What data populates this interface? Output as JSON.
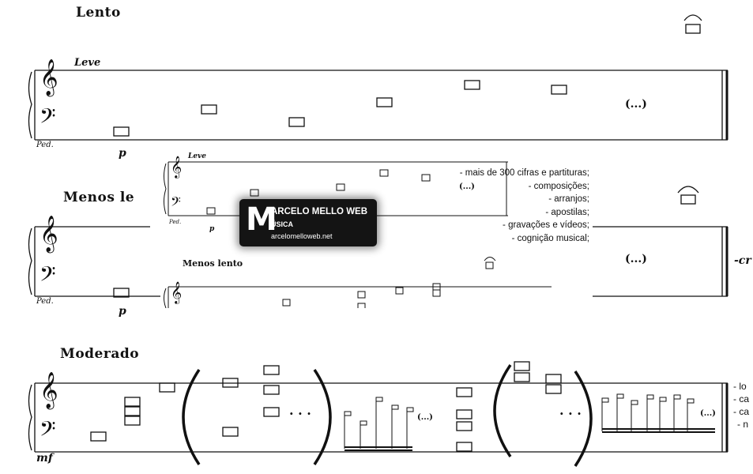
{
  "sections": {
    "lento": {
      "heading": "Lento",
      "tempo_marking": "Leve",
      "dynamic": "p",
      "pedal": "Ped.",
      "ellipsis": "(...)"
    },
    "menos_lento": {
      "heading": "Menos le",
      "dynamic": "p",
      "pedal": "Ped.",
      "ellipsis": "(...)",
      "trailing": "-cr"
    },
    "moderado": {
      "heading": "Moderado",
      "dynamic": "mf",
      "ellipsis_1": "(...)",
      "ellipsis_2": "(...)",
      "dots_1": ". . .",
      "dots_2": ". . .",
      "side_items": [
        "- lo",
        "- ca",
        "- ca",
        "- n"
      ]
    }
  },
  "preview_panel": {
    "tempo_marking": "Leve",
    "dynamic": "p",
    "pedal": "Ped.",
    "ellipsis": "(...)",
    "subheading": "Menos lento",
    "features": [
      "- mais de 300 cifras e partituras;",
      "- composições;",
      "- arranjos;",
      "- apostilas;",
      "- gravações e vídeos;",
      "- cognição musical;"
    ]
  },
  "logo": {
    "big_letter": "M",
    "title": "ARCELO MELLO WEB",
    "subtitle": "ÚSICA",
    "url": "arcelomelloweb.net"
  },
  "glyphs": {
    "treble_clef": "𝄞",
    "bass_clef": "𝄢",
    "fermata": "𝄐"
  },
  "colors": {
    "ink": "#111111",
    "logo_bg": "#141414"
  }
}
